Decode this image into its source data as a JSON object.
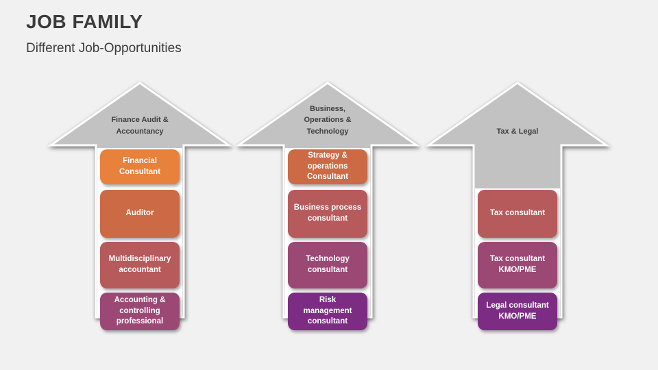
{
  "slide": {
    "title": "JOB FAMILY",
    "subtitle": "Different Job-Opportunities"
  },
  "colors": {
    "background": "#F1F1F2",
    "arrow_gray": "#C2C2C2",
    "head_text": "#3F3F3F",
    "title_text": "#3B3B3B",
    "box_text": "#FFFFFF",
    "orange": "#E8813C",
    "terracotta": "#CB6A44",
    "rose": "#B75A5C",
    "plum": "#9C4875",
    "purple": "#7C2D83"
  },
  "arrows": [
    {
      "label": "Finance Audit &\nAccountancy",
      "boxes": [
        {
          "text": "Financial\nConsultant",
          "color": "#E8813C"
        },
        {
          "text": "Auditor",
          "color": "#CB6A44"
        },
        {
          "text": "Multidisciplinary\naccountant",
          "color": "#B75A5C"
        },
        {
          "text": "Accounting &\ncontrolling\nprofessional",
          "color": "#9C4875"
        }
      ]
    },
    {
      "label": "Business,\nOperations &\nTechnology",
      "boxes": [
        {
          "text": "Strategy &\noperations\nConsultant",
          "color": "#CB6A44"
        },
        {
          "text": "Business process\nconsultant",
          "color": "#B75A5C"
        },
        {
          "text": "Technology\nconsultant",
          "color": "#9C4875"
        },
        {
          "text": "Risk\nmanagement\nconsultant",
          "color": "#7C2D83"
        }
      ]
    },
    {
      "label": "Tax & Legal",
      "boxes": [
        {
          "text": "Tax consultant",
          "color": "#B75A5C"
        },
        {
          "text": "Tax consultant\nKMO/PME",
          "color": "#9C4875"
        },
        {
          "text": "Legal consultant\nKMO/PME",
          "color": "#7C2D83"
        }
      ]
    }
  ]
}
